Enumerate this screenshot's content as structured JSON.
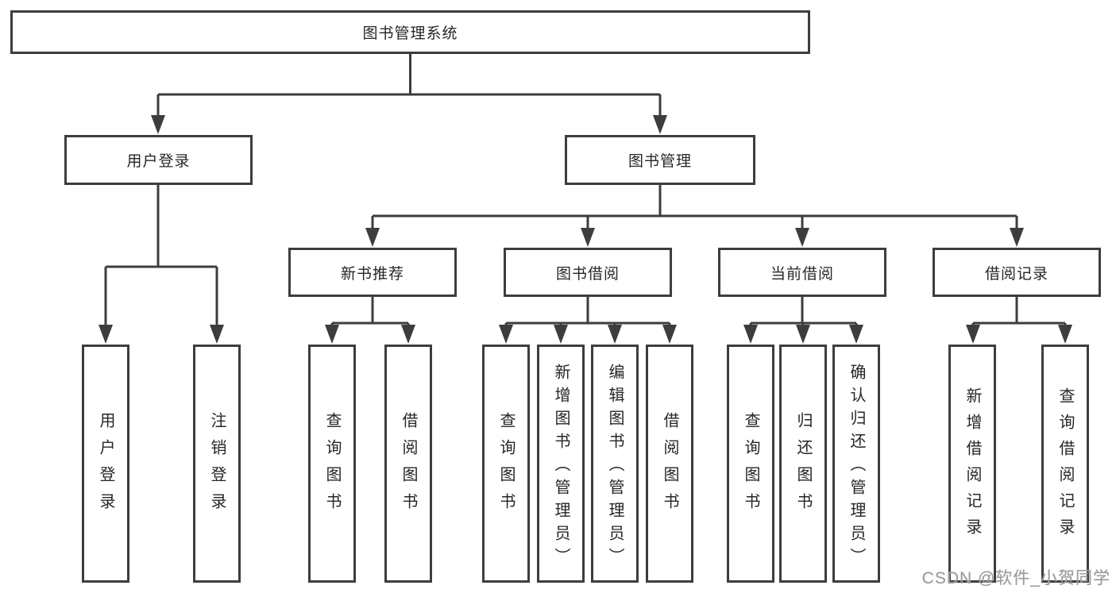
{
  "watermark": "CSDN @软件_小贺同学",
  "colors": {
    "line": "#3d3d3d",
    "box_border": "#3d3d3d",
    "box_fill": "#ffffff",
    "text": "#262626",
    "watermark": "#9b9b9b"
  },
  "nodes": {
    "root": "图书管理系统",
    "user_login": "用户登录",
    "book_mgmt": "图书管理",
    "new_book_rec": "新书推荐",
    "book_borrow": "图书借阅",
    "current_borrow": "当前借阅",
    "borrow_record": "借阅记录",
    "leaf_user_login": "用户登录",
    "leaf_logout": "注销登录",
    "leaf_nbr_query": "查询图书",
    "leaf_nbr_borrow": "借阅图书",
    "leaf_bb_query": "查询图书",
    "leaf_bb_add": "新增图书（管理员）",
    "leaf_bb_edit": "编辑图书（管理员）",
    "leaf_bb_borrow": "借阅图书",
    "leaf_cb_query": "查询图书",
    "leaf_cb_return": "归还图书",
    "leaf_cb_confirm": "确认归还（管理员）",
    "leaf_br_add": "新增借阅记录",
    "leaf_br_query": "查询借阅记录"
  }
}
